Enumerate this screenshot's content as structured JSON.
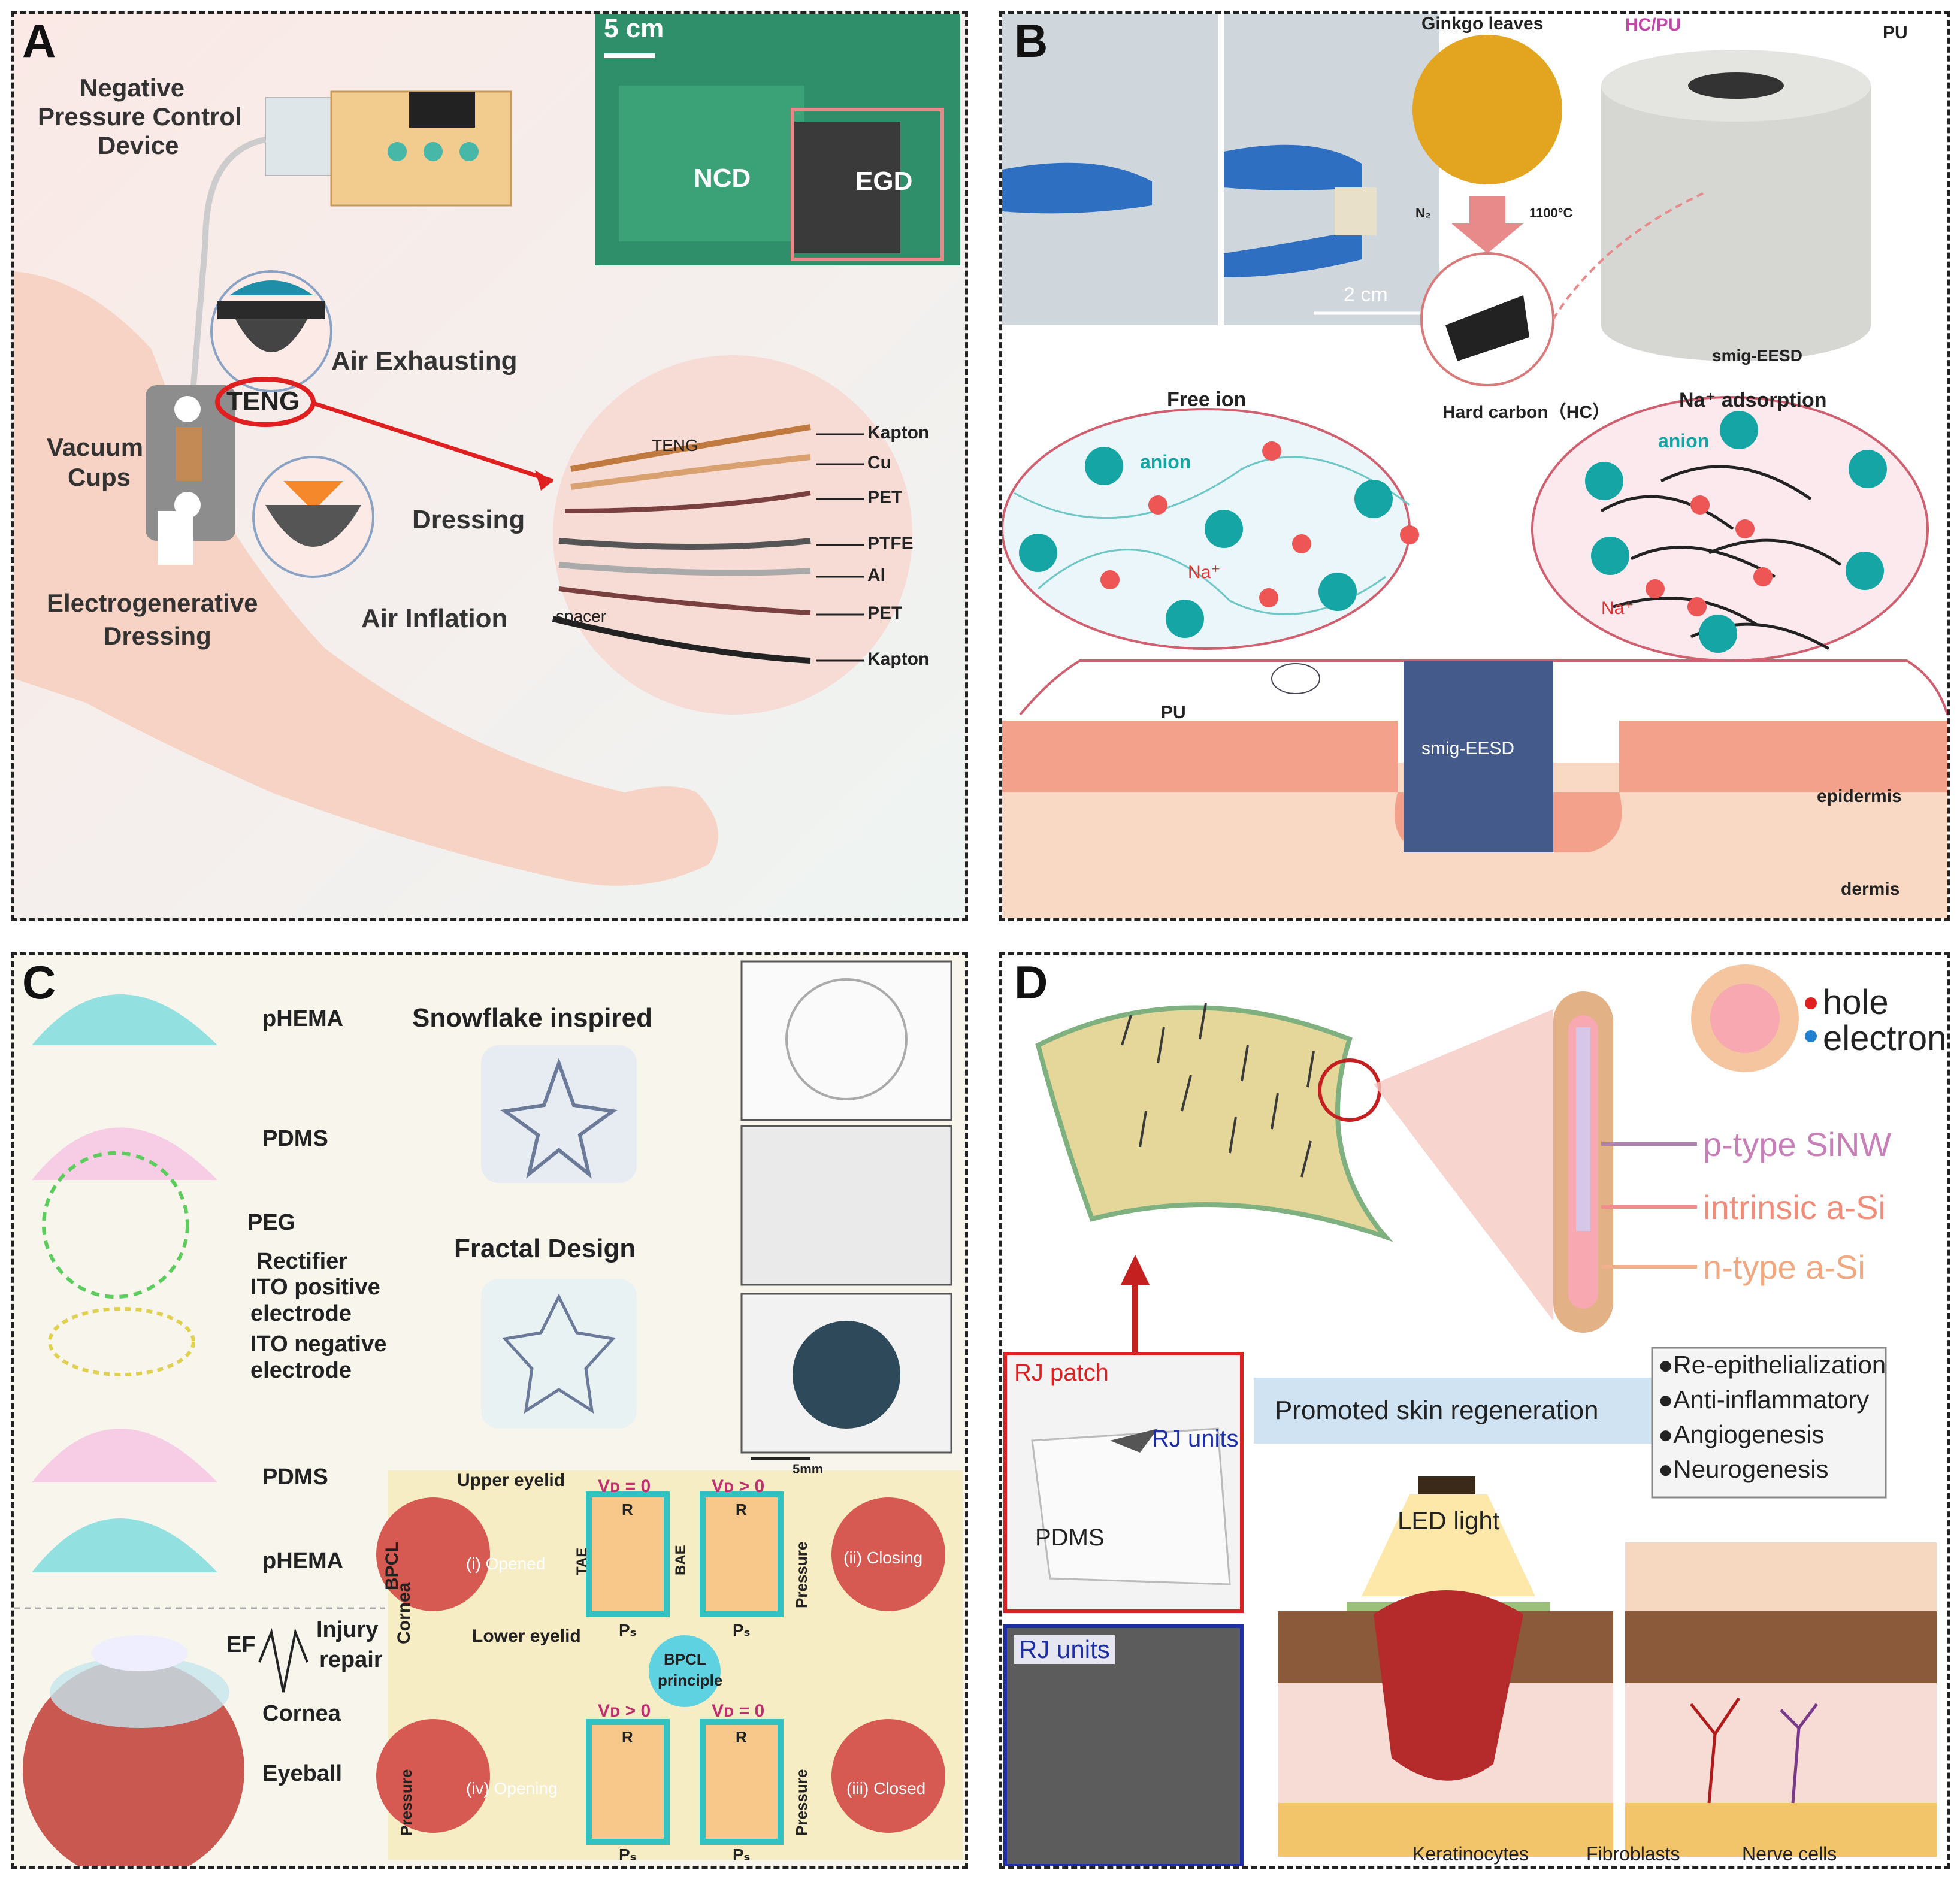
{
  "panels": {
    "A": {
      "letter": "A",
      "scale_bar": "5 cm",
      "device_title_1": "Negative",
      "device_title_2": "Pressure Control",
      "device_title_3": "Device",
      "ncd": "NCD",
      "egd": "EGD",
      "air_exhausting": "Air Exhausting",
      "teng": "TENG",
      "vacuum_1": "Vacuum",
      "vacuum_2": "Cups",
      "dressing": "Dressing",
      "electro_1": "Electrogenerative",
      "electro_2": "Dressing",
      "air_inflation": "Air Inflation",
      "teng_small": "TENG",
      "spacer": "spacer",
      "layers": [
        "Kapton",
        "Cu",
        "PET",
        "PTFE",
        "Al",
        "PET",
        "Kapton"
      ]
    },
    "B": {
      "letter": "B",
      "scale_bar": "2 cm",
      "ginkgo": "Ginkgo leaves",
      "hcpu": "HC/PU",
      "pu_top": "PU",
      "n2": "N₂",
      "temp": "1100°C",
      "smig_top": "smig-EESD",
      "hard_carbon": "Hard carbon（HC）",
      "free_ion": "Free ion",
      "na_adsorption": "Na⁺ adsorption",
      "anion_left": "anion",
      "na_left": "Na⁺",
      "anion_right": "anion",
      "na_right": "Na⁺",
      "pu_bottom": "PU",
      "smig_bottom": "smig-EESD",
      "epidermis": "epidermis",
      "dermis": "dermis"
    },
    "C": {
      "letter": "C",
      "layers": [
        "pHEMA",
        "PDMS",
        "PEG",
        "Rectifier",
        "ITO positive",
        "electrode",
        "ITO negative",
        "electrode",
        "PDMS",
        "pHEMA"
      ],
      "snowflake": "Snowflake inspired",
      "fractal": "Fractal Design",
      "scale": "5mm",
      "ef": "EF",
      "injury_1": "Injury",
      "injury_2": "repair",
      "cornea": "Cornea",
      "eyeball": "Eyeball",
      "upper_eyelid": "Upper eyelid",
      "lower_eyelid": "Lower eyelid",
      "bpcl": "BPCL",
      "cornea_vert": "Cornea",
      "opened": "(i) Opened",
      "closing": "(ii) Closing",
      "closed": "(iii) Closed",
      "opening": "(iv) Opening",
      "vd_zero": "Vᴅ = 0",
      "vd_pos": "Vᴅ > 0",
      "r": "R",
      "tae": "TAE",
      "bae": "BAE",
      "ps": "Pₛ",
      "pressure": "Pressure",
      "principle_1": "BPCL",
      "principle_2": "principle"
    },
    "D": {
      "letter": "D",
      "hole": "hole",
      "electron": "electron",
      "p_type": "p-type SiNW",
      "intrinsic": "intrinsic a-Si",
      "n_type": "n-type a-Si",
      "rj_patch": "RJ patch",
      "rj_units_arrow": "RJ units",
      "pdms": "PDMS",
      "rj_units_box": "RJ units",
      "promoted": "Promoted skin regeneration",
      "led": "LED light",
      "benefits": [
        "●Re-epithelialization",
        "●Anti-inflammatory",
        "●Angiogenesis",
        "●Neurogenesis"
      ],
      "legend": [
        "Keratinocytes",
        "Fibroblasts",
        "Nerve cells"
      ]
    }
  },
  "colors": {
    "skin": "#f6d3c4",
    "teal": "#1aa6a6",
    "red": "#e02020",
    "pink_text": "#c77fb8",
    "salmon_text": "#f08c7a",
    "blue_box": "#1c2fa8"
  }
}
